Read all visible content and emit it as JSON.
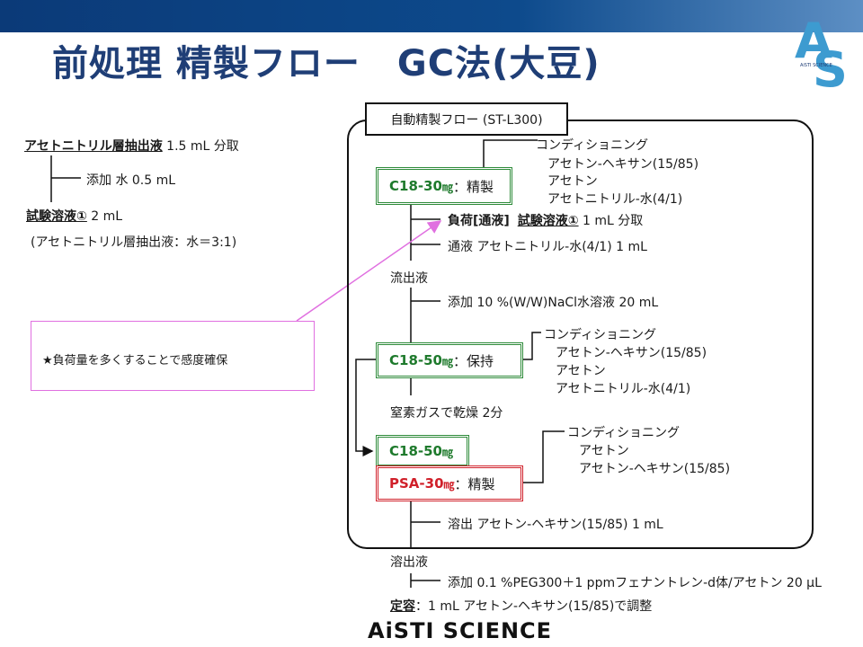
{
  "title": "前処理 精製フロー　GC法(大豆)",
  "brand": {
    "mark_a": "A",
    "mark_s": "S",
    "mark_small": "AiSTI SCIENCE",
    "footer": "AiSTI SCIENCE"
  },
  "left": {
    "extract_label": "アセトニトリル層抽出液",
    "extract_amount": " 1.5 mL 分取",
    "add_water": "添加 水 0.5 mL",
    "test_label": "試験溶液①",
    "test_amount": " 2 mL",
    "test_note": "(アセトニトリル層抽出液：水＝3:1)"
  },
  "note": "★負荷量を多くすることで感度確保",
  "flow": {
    "header": "自動精製フロー (ST-L300)",
    "c18_30": {
      "name": "C18-30",
      "unit": "㎎",
      "suffix": "：精製"
    },
    "cond1": [
      "コンディショニング",
      "アセトン-ヘキサン(15/85)",
      "アセトン",
      "アセトニトリル-水(4/1)"
    ],
    "load_prefix": "負荷[通液]",
    "load_test": "試験溶液①",
    "load_rest": " 1 mL 分取",
    "pass": "通液 アセトニトリル-水(4/1) 1 mL",
    "effluent": "流出液",
    "add_nacl": "添加 10 %(W/W)NaCl水溶液 20 mL",
    "c18_50a": {
      "name": "C18-50",
      "unit": "㎎",
      "suffix": "：保持"
    },
    "cond2": [
      "コンディショニング",
      "アセトン-ヘキサン(15/85)",
      "アセトン",
      "アセトニトリル-水(4/1)"
    ],
    "dry": "窒素ガスで乾燥 2分",
    "c18_50b": {
      "name": "C18-50",
      "unit": "㎎"
    },
    "psa": {
      "name": "PSA-30",
      "unit": "㎎",
      "suffix": "：精製"
    },
    "cond3": [
      "コンディショニング",
      "アセトン",
      "アセトン-ヘキサン(15/85)"
    ],
    "elute": "溶出 アセトン-ヘキサン(15/85) 1 mL",
    "eluate": "溶出液",
    "add_peg": "添加 0.1 %PEG300＋1 ppmフェナントレン-d体/アセトン 20 μL",
    "final_label": "定容",
    "final_rest": "：1 mL アセトン-ヘキサン(15/85)で調整"
  },
  "colors": {
    "green": "#1e7a2c",
    "red": "#d0202a",
    "navy": "#1f3e76",
    "accent": "#e070e0"
  }
}
